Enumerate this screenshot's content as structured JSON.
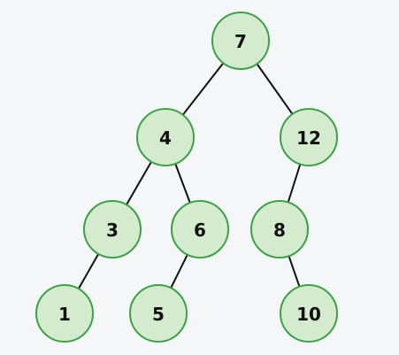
{
  "tree": {
    "colors": {
      "node_fill": "#d4ebcd",
      "node_stroke": "#3aa346",
      "edge": "#111111",
      "background": "#f5f6f8"
    },
    "nodes": [
      {
        "id": "n7",
        "label": "7"
      },
      {
        "id": "n4",
        "label": "4"
      },
      {
        "id": "n12",
        "label": "12"
      },
      {
        "id": "n3",
        "label": "3"
      },
      {
        "id": "n6",
        "label": "6"
      },
      {
        "id": "n8",
        "label": "8"
      },
      {
        "id": "n1",
        "label": "1"
      },
      {
        "id": "n5",
        "label": "5"
      },
      {
        "id": "n10",
        "label": "10"
      }
    ],
    "edges": [
      [
        "n7",
        "n4"
      ],
      [
        "n7",
        "n12"
      ],
      [
        "n4",
        "n3"
      ],
      [
        "n4",
        "n6"
      ],
      [
        "n12",
        "n8"
      ],
      [
        "n3",
        "n1"
      ],
      [
        "n6",
        "n5"
      ],
      [
        "n8",
        "n10"
      ]
    ]
  }
}
